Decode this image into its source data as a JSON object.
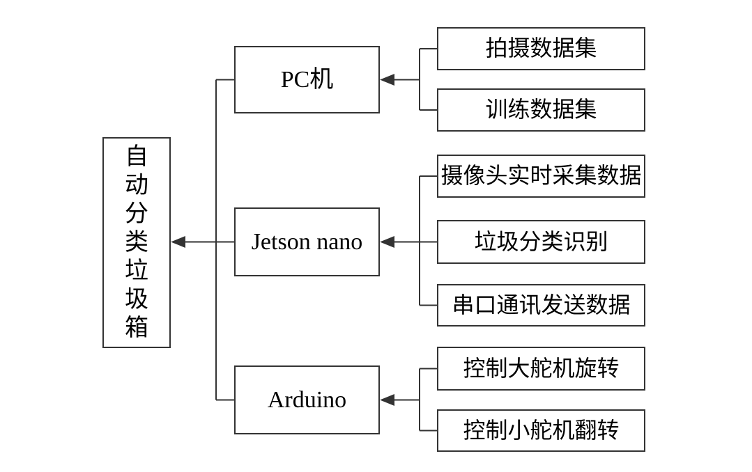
{
  "colors": {
    "line": "#333333",
    "text": "#000000",
    "background": "#ffffff"
  },
  "diagram": {
    "root": {
      "label": "自动分类垃圾箱"
    },
    "branches": [
      {
        "label": "PC机",
        "children": [
          {
            "label": "拍摄数据集"
          },
          {
            "label": "训练数据集"
          }
        ]
      },
      {
        "label": "Jetson nano",
        "children": [
          {
            "label": "摄像头实时采集数据"
          },
          {
            "label": "垃圾分类识别"
          },
          {
            "label": "串口通讯发送数据"
          }
        ]
      },
      {
        "label": "Arduino",
        "children": [
          {
            "label": "控制大舵机旋转"
          },
          {
            "label": "控制小舵机翻转"
          }
        ]
      }
    ]
  }
}
